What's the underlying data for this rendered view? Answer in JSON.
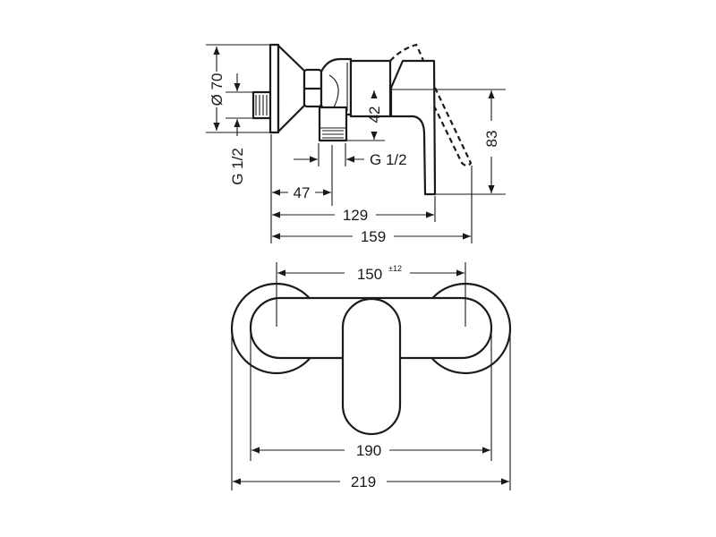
{
  "side_view": {
    "dim_diameter": "Ø 70",
    "dim_thread_left": "G 1/2",
    "dim_thread_bottom": "G 1/2",
    "dim_42": "42",
    "dim_83": "83",
    "dim_47": "47",
    "dim_129": "129",
    "dim_159": "159"
  },
  "front_view": {
    "dim_150": "150",
    "dim_150_tolerance": "±12",
    "dim_190": "190",
    "dim_219": "219"
  }
}
